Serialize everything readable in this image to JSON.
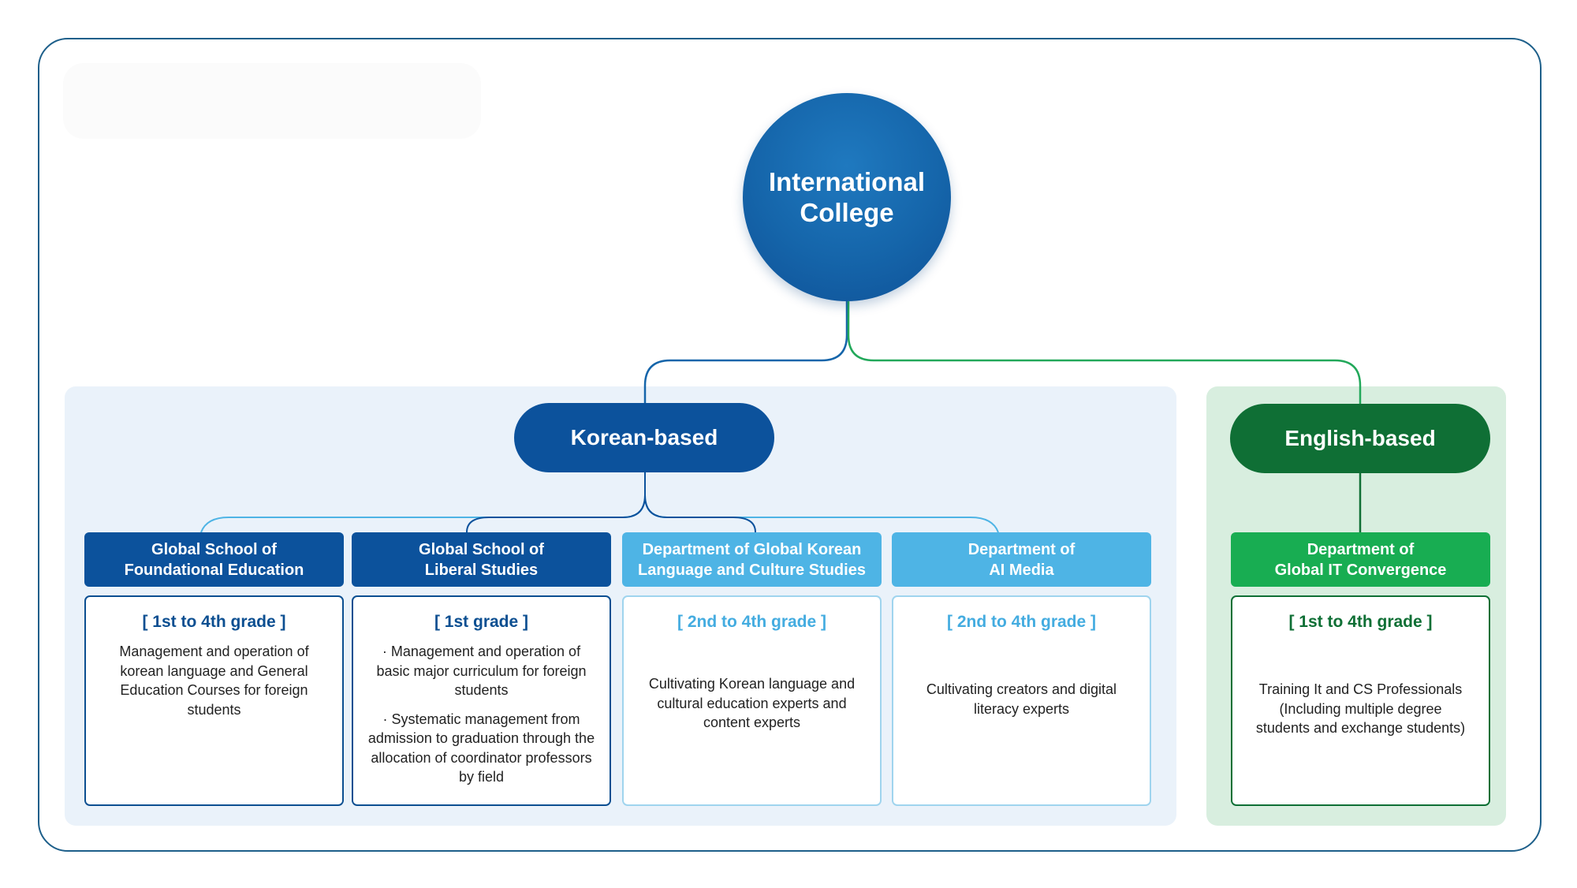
{
  "root": {
    "title": "International\nCollege"
  },
  "branches": {
    "korean": {
      "label": "Korean-based"
    },
    "english": {
      "label": "English-based"
    }
  },
  "units": [
    {
      "name": "Global School of\nFoundational Education",
      "grade": "[ 1st to 4th grade ]",
      "description": [
        "Management and operation of korean language and General Education Courses for foreign students"
      ]
    },
    {
      "name": "Global School of\nLiberal Studies",
      "grade": "[ 1st grade ]",
      "description": [
        "· Management and operation of basic major curriculum for foreign students",
        "· Systematic management from admission to graduation through the allocation of coordinator professors by field"
      ]
    },
    {
      "name": "Department of Global Korean\nLanguage and Culture Studies",
      "grade": "[ 2nd to 4th grade ]",
      "description": [
        "Cultivating Korean language and cultural education experts and content experts"
      ]
    },
    {
      "name": "Department of\nAI Media",
      "grade": "[ 2nd to 4th grade ]",
      "description": [
        "Cultivating creators and digital literacy experts"
      ]
    },
    {
      "name": "Department of\nGlobal IT Convergence",
      "grade": "[ 1st to 4th grade ]",
      "description": [
        "Training It and CS Professionals (Including multiple degree students and exchange students)"
      ]
    }
  ],
  "colors": {
    "primary_blue": "#0c529c",
    "light_blue": "#4eb4e5",
    "dark_green": "#0f6f35",
    "green": "#18ad52",
    "korean_panel": "#eaf2fa",
    "english_panel": "#d8eedf"
  }
}
